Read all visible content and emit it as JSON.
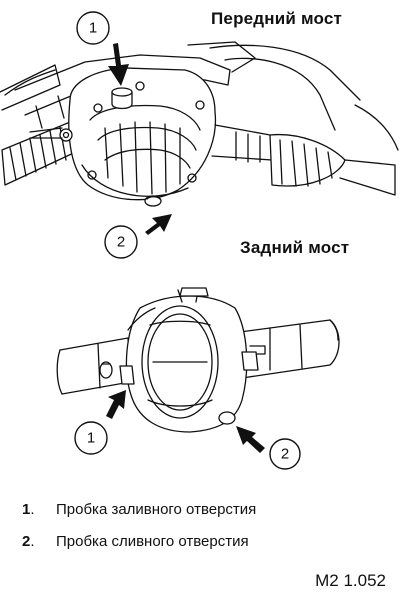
{
  "front_axle": {
    "title": "Передний мост",
    "callouts": [
      {
        "number": "1"
      },
      {
        "number": "2"
      }
    ]
  },
  "rear_axle": {
    "title": "Задний мост",
    "callouts": [
      {
        "number": "1"
      },
      {
        "number": "2"
      }
    ]
  },
  "legend": [
    {
      "number": "1",
      "text": "Пробка заливного отверстия"
    },
    {
      "number": "2",
      "text": "Пробка сливного отверстия"
    }
  ],
  "figure_code": "M2 1.052"
}
